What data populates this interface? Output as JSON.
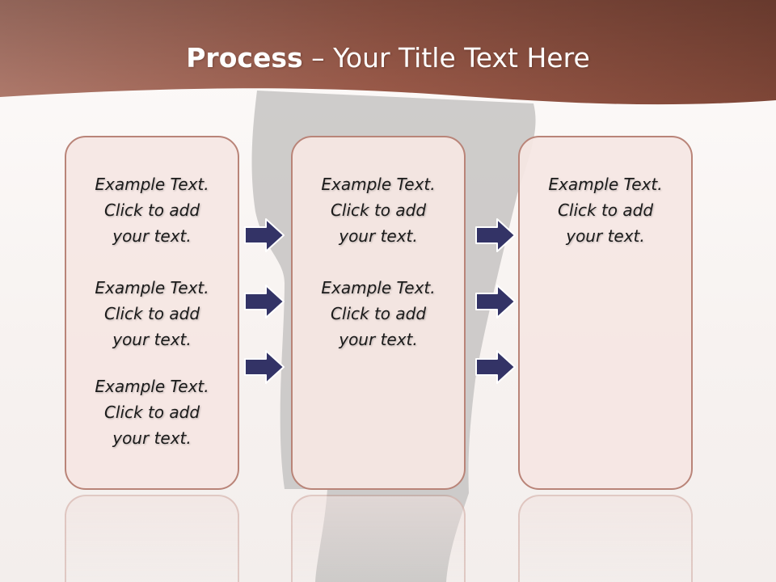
{
  "title": {
    "bold": "Process",
    "rest": "– Your Title Text Here"
  },
  "colors": {
    "band": "#9b5a49",
    "box_border": "#b98478",
    "arrow": "#333366"
  },
  "columns": [
    {
      "items": [
        {
          "line1": "Example Text.",
          "line2": "Click  to add",
          "line3": "your text."
        },
        {
          "line1": "Example Text.",
          "line2": "Click  to add",
          "line3": "your text."
        },
        {
          "line1": "Example Text.",
          "line2": "Click  to add",
          "line3": "your text."
        }
      ]
    },
    {
      "items": [
        {
          "line1": "Example Text.",
          "line2": "Click  to add",
          "line3": "your text."
        },
        {
          "line1": "Example Text.",
          "line2": "Click  to add",
          "line3": "your text."
        }
      ]
    },
    {
      "items": [
        {
          "line1": "Example Text.",
          "line2": "Click  to add",
          "line3": "your text."
        }
      ]
    }
  ],
  "arrows": {
    "icon": "right-arrow-icon",
    "count_per_gap": 3
  }
}
